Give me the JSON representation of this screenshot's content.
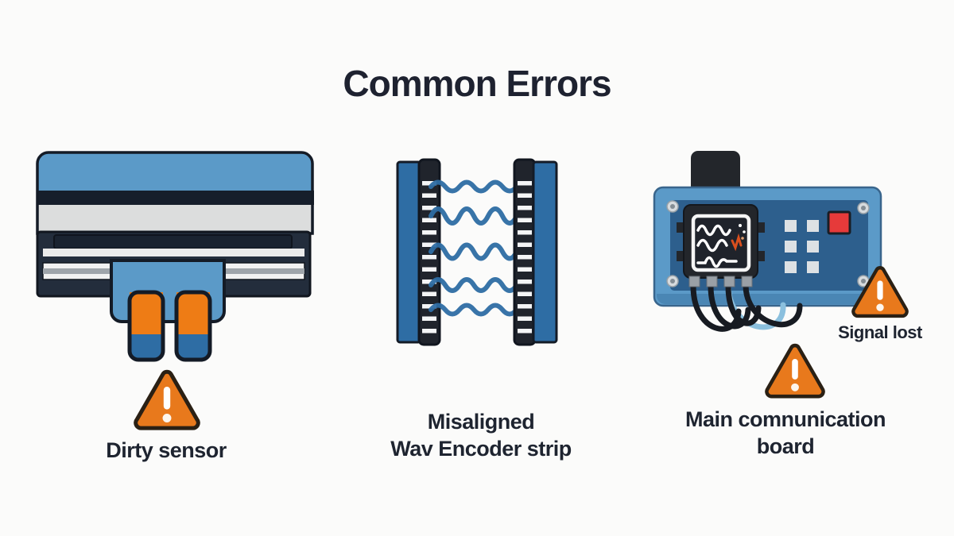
{
  "title": "Common Errors",
  "colors": {
    "background": "#fbfbfa",
    "text": "#1e2430",
    "light_blue": "#5b9ac8",
    "steel_blue": "#2e6da4",
    "dark_navy": "#232d3c",
    "outline_dark": "#141b26",
    "light_gray": "#dcdddd",
    "orange": "#ee7c15",
    "warning_fill": "#e8791c",
    "warning_stroke": "#2a2014",
    "red_button": "#e63a3a",
    "board_panel": "#2d5f8d",
    "wire_black": "#171b22",
    "wire_light_blue": "#8bc0de"
  },
  "figures": {
    "dirty_sensor": {
      "caption": "Dirty sensor",
      "icon": "warning-triangle"
    },
    "encoder": {
      "caption_line1": "Misaligned",
      "caption_line2": "Wav Encoder strip"
    },
    "board": {
      "caption_line1": "Main comnunication",
      "caption_line2": "board",
      "badge": "Signal lost",
      "icon": "warning-triangle"
    }
  }
}
